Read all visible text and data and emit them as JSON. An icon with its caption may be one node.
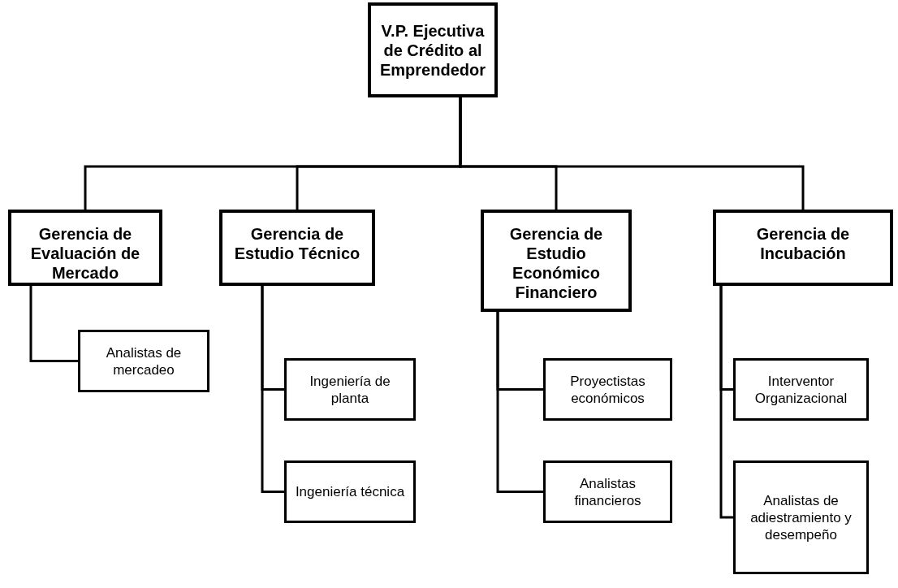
{
  "diagram": {
    "nodes": [
      {
        "text": [
          "V.P. Ejecutiva de Crédito al Emprendedor"
        ]
      },
      {
        "text": [
          "Gerencia de Evaluación de Mercado"
        ]
      },
      {
        "text": [
          "Gerencia de Estudio Técnico"
        ]
      },
      {
        "text": [
          "Gerencia de Estudio Económico Financiero"
        ]
      },
      {
        "text": [
          "Gerencia de Incubación"
        ]
      },
      {
        "text": [
          "Analistas de mercadeo"
        ]
      },
      {
        "text": [
          "Ingeniería de planta"
        ]
      },
      {
        "text": [
          "Ingeniería técnica"
        ]
      },
      {
        "text": [
          "Proyectistas económicos"
        ]
      },
      {
        "text": [
          "Analistas financieros"
        ]
      },
      {
        "text": [
          "Interventor Organizacional"
        ]
      },
      {
        "text": [
          "Analistas de adiestramiento y desempeño"
        ]
      }
    ],
    "edges": [
      {
        "from": 0,
        "to": 1,
        "arrow": "none"
      },
      {
        "from": 0,
        "to": 2,
        "arrow": "none"
      },
      {
        "from": 0,
        "to": 3,
        "arrow": "none"
      },
      {
        "from": 0,
        "to": 4,
        "arrow": "none"
      },
      {
        "from": 1,
        "to": 5,
        "arrow": "none"
      },
      {
        "from": 2,
        "to": 6,
        "arrow": "none"
      },
      {
        "from": 2,
        "to": 7,
        "arrow": "none"
      },
      {
        "from": 3,
        "to": 8,
        "arrow": "none"
      },
      {
        "from": 3,
        "to": 9,
        "arrow": "none"
      },
      {
        "from": 4,
        "to": 10,
        "arrow": "none"
      },
      {
        "from": 4,
        "to": 11,
        "arrow": "none"
      }
    ]
  }
}
